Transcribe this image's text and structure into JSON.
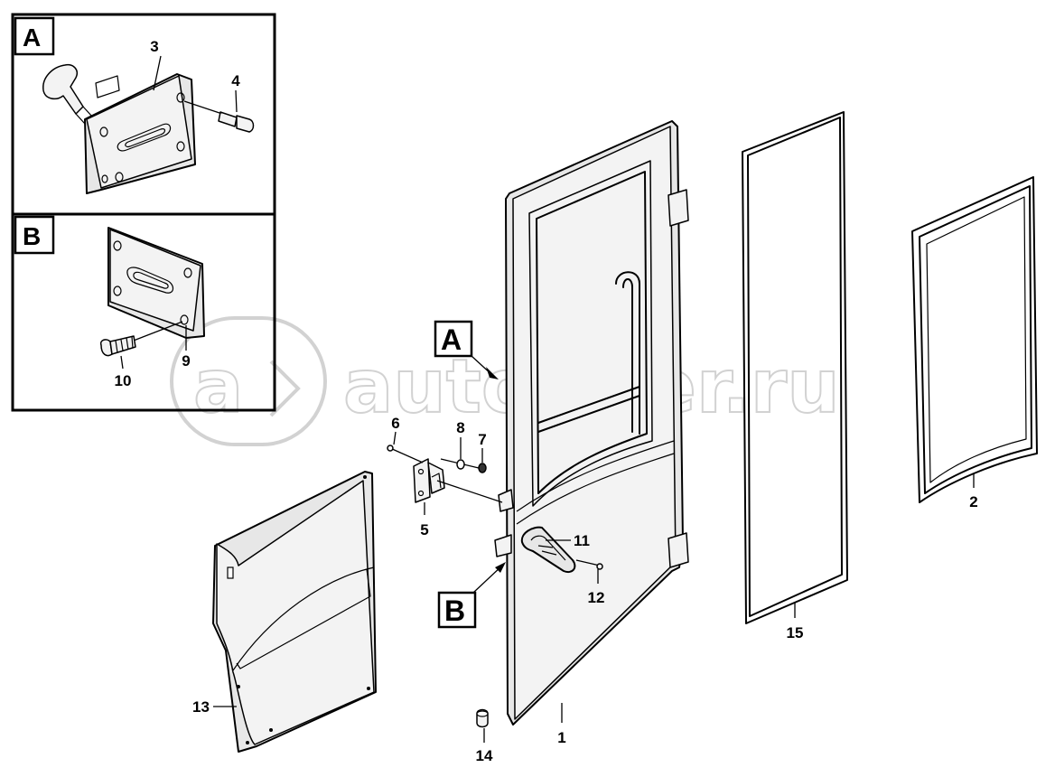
{
  "watermark": {
    "logo_letter": "a",
    "text": "autopiter.ru"
  },
  "insets": [
    {
      "id": "A",
      "letter": "A"
    },
    {
      "id": "B",
      "letter": "B"
    }
  ],
  "callouts": [
    {
      "id": "A",
      "letter": "A"
    },
    {
      "id": "B",
      "letter": "B"
    }
  ],
  "part_numbers": {
    "p1": "1",
    "p2": "2",
    "p3": "3",
    "p4": "4",
    "p5": "5",
    "p6": "6",
    "p7": "7",
    "p8": "8",
    "p9": "9",
    "p10": "10",
    "p11": "11",
    "p12": "12",
    "p13": "13",
    "p14": "14",
    "p15": "15"
  }
}
